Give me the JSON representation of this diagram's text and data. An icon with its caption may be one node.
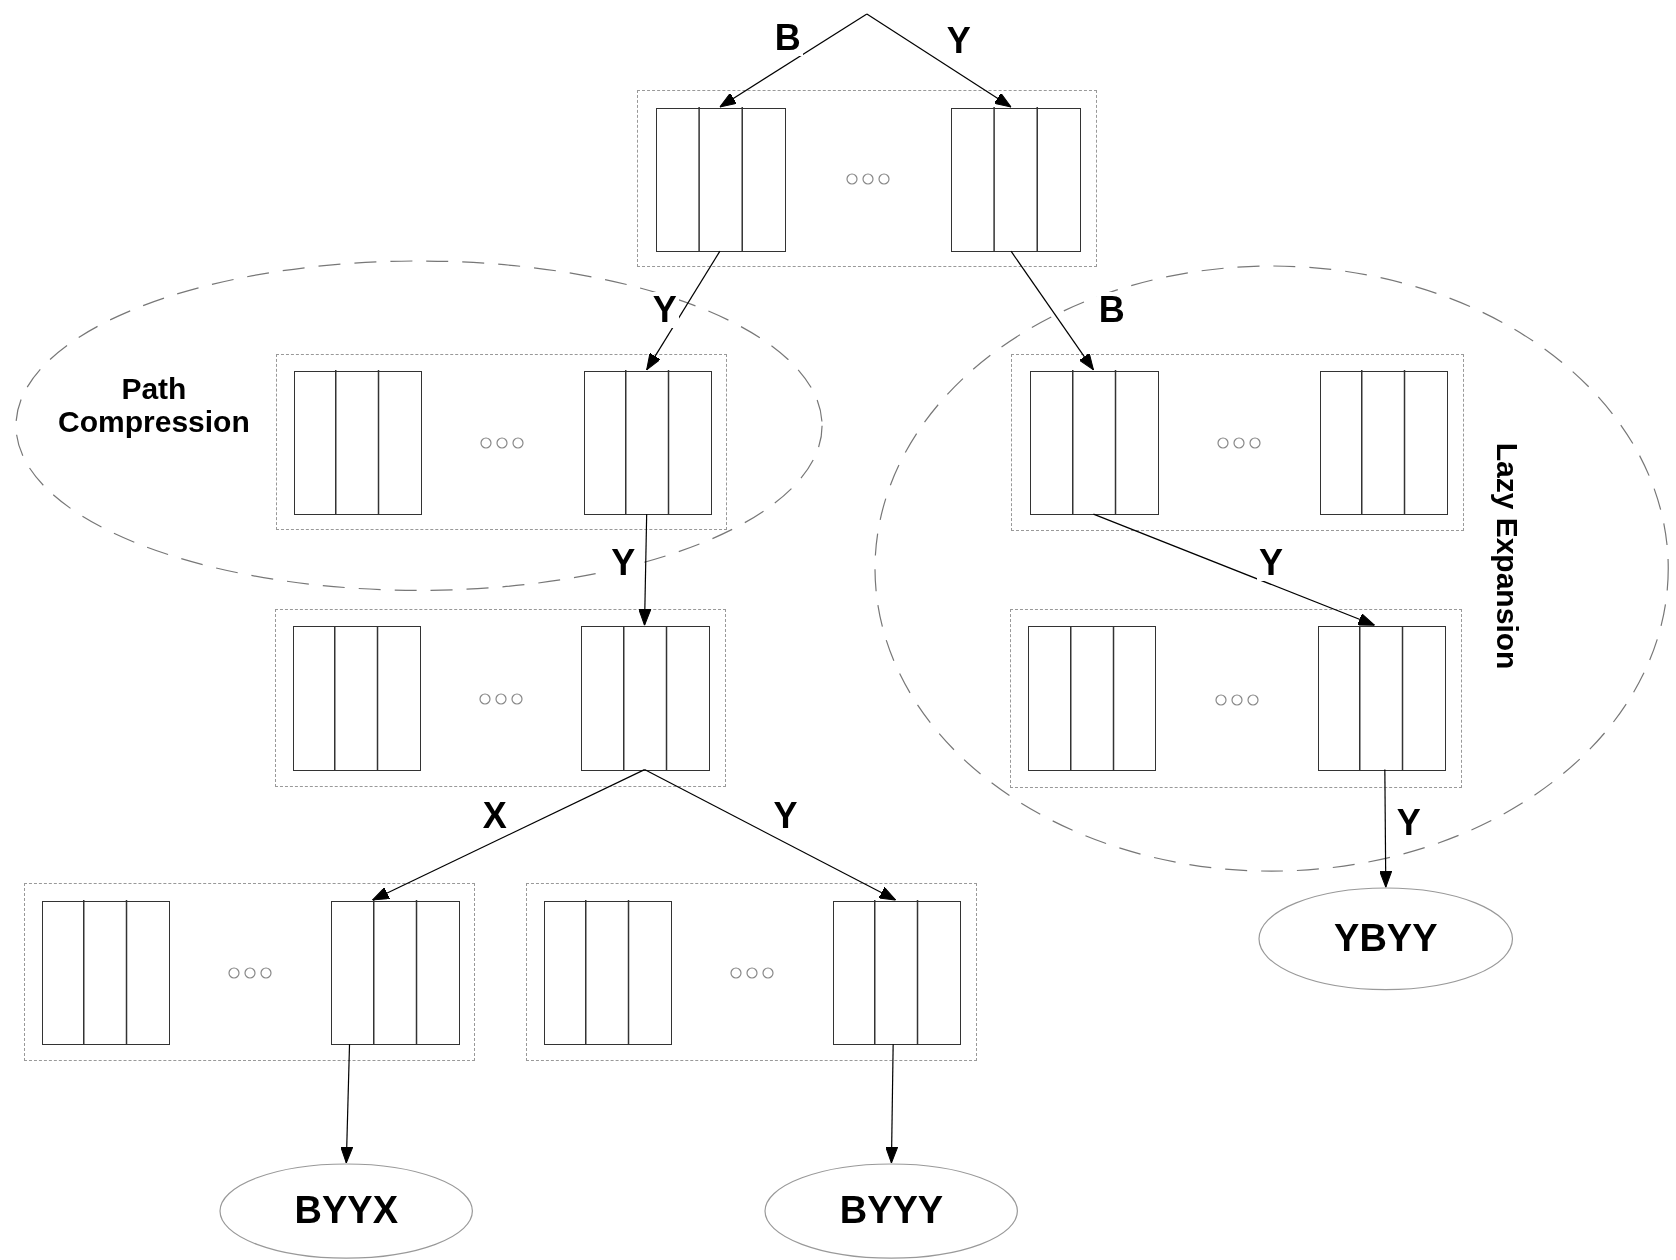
{
  "diagram": {
    "nodes": [
      {
        "text": [],
        "shape": "box"
      },
      {
        "text": [],
        "shape": "box",
        "in": 0
      },
      {
        "text": [],
        "shape": "box",
        "in": 0
      },
      {
        "text": [
          "Path Compression"
        ]
      },
      {
        "text": [],
        "shape": "box",
        "in": 3
      },
      {
        "text": [],
        "shape": "box",
        "in": 4
      },
      {
        "text": [],
        "shape": "box",
        "in": 4
      },
      {
        "text": [],
        "shape": "box"
      },
      {
        "text": [],
        "shape": "box",
        "in": 7
      },
      {
        "text": [],
        "shape": "box",
        "in": 7
      },
      {
        "text": [
          "Lazy Expansion"
        ]
      },
      {
        "text": [],
        "shape": "box",
        "in": 10
      },
      {
        "text": [],
        "shape": "box",
        "in": 11
      },
      {
        "text": [],
        "shape": "box",
        "in": 11
      },
      {
        "text": [],
        "shape": "box",
        "in": 10
      },
      {
        "text": [],
        "shape": "box",
        "in": 14
      },
      {
        "text": [],
        "shape": "box",
        "in": 14
      },
      {
        "text": [],
        "shape": "box"
      },
      {
        "text": [],
        "shape": "box",
        "in": 17
      },
      {
        "text": [],
        "shape": "box",
        "in": 17
      },
      {
        "text": [],
        "shape": "box"
      },
      {
        "text": [],
        "shape": "box",
        "in": 20
      },
      {
        "text": [],
        "shape": "box",
        "in": 20
      },
      {
        "text": [
          "BYYX"
        ]
      },
      {
        "text": [
          "BYYY"
        ]
      },
      {
        "text": [
          "YBYY"
        ]
      }
    ],
    "edges": [
      {
        "from": null,
        "to": 1,
        "arrow": "to",
        "label": "B"
      },
      {
        "from": null,
        "to": 2,
        "arrow": "to",
        "label": "Y"
      },
      {
        "from": 1,
        "to": 6,
        "arrow": "to",
        "label": "Y"
      },
      {
        "from": 2,
        "to": 12,
        "arrow": "to",
        "label": "B"
      },
      {
        "from": 6,
        "to": 9,
        "arrow": "to",
        "label": "Y"
      },
      {
        "from": 9,
        "to": 19,
        "arrow": "to",
        "label": "X"
      },
      {
        "from": 9,
        "to": 22,
        "arrow": "to",
        "label": "Y"
      },
      {
        "from": 12,
        "to": 16,
        "arrow": "to",
        "label": "Y"
      },
      {
        "from": 19,
        "to": 23,
        "arrow": "to"
      },
      {
        "from": 22,
        "to": 24,
        "arrow": "to"
      },
      {
        "from": 16,
        "to": 25,
        "arrow": "to",
        "label": "Y"
      }
    ]
  }
}
